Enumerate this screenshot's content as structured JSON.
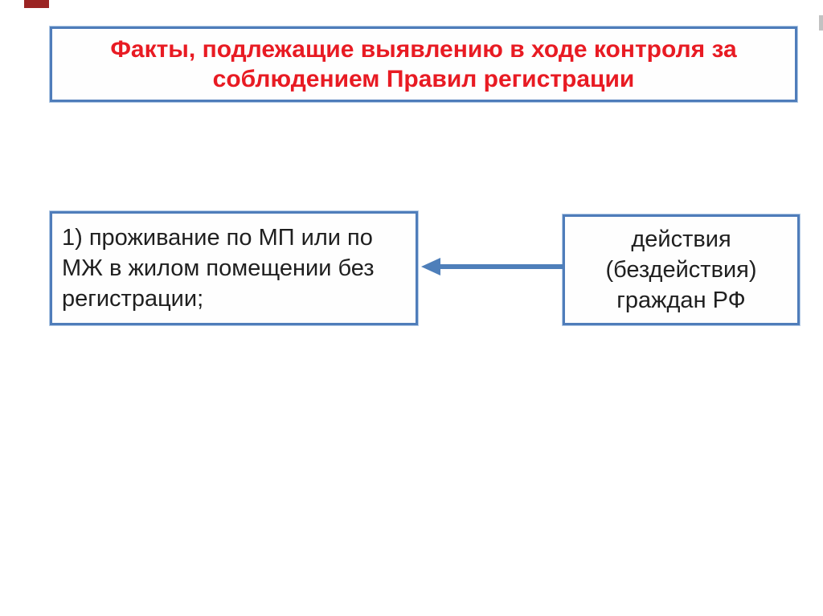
{
  "slide": {
    "background_color": "#ffffff",
    "accent_border_color": "#4f7dba",
    "title_color": "#e81b23",
    "body_text_color": "#1f1f1f",
    "corner_mark_color": "#9b2423",
    "title_box": {
      "text": "Факты, подлежащие выявлению в ходе контроля за соблюдением Правил регистрации"
    },
    "left_box": {
      "text": "1) проживание по МП или по\nМЖ в жилом помещении без\nрегистрации;"
    },
    "right_box": {
      "text": "действия\n(бездействия)\nграждан РФ"
    },
    "arrow": {
      "direction": "left",
      "color": "#4e7fba"
    }
  }
}
